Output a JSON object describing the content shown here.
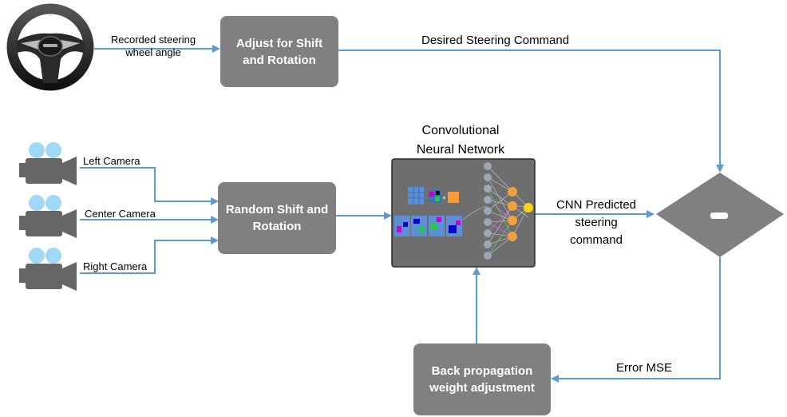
{
  "inputs": {
    "steering_label": "Recorded steering wheel angle",
    "steering_label_line1": "Recorded steering",
    "steering_label_line2": "wheel angle",
    "left_camera": "Left Camera",
    "center_camera": "Center Camera",
    "right_camera": "Right Camera"
  },
  "boxes": {
    "adjust_line1": "Adjust for Shift",
    "adjust_line2": "and Rotation",
    "random_line1": "Random Shift and",
    "random_line2": "Rotation",
    "backprop_line1": "Back propagation",
    "backprop_line2": "weight adjustment"
  },
  "cnn": {
    "title_line1": "Convolutional",
    "title_line2": "Neural Network"
  },
  "edges": {
    "desired": "Desired Steering Command",
    "predicted_line1": "CNN Predicted",
    "predicted_line2": "steering",
    "predicted_line3": "command",
    "error": "Error MSE"
  },
  "comparator": {
    "symbol": "-"
  },
  "colors": {
    "box_fill": "#808080",
    "arrow": "#5b9bd5",
    "camera_body": "#666666",
    "camera_lens": "#9fd9f5",
    "cnn_panel": "#6e6e6e",
    "comparator": "#808080"
  }
}
